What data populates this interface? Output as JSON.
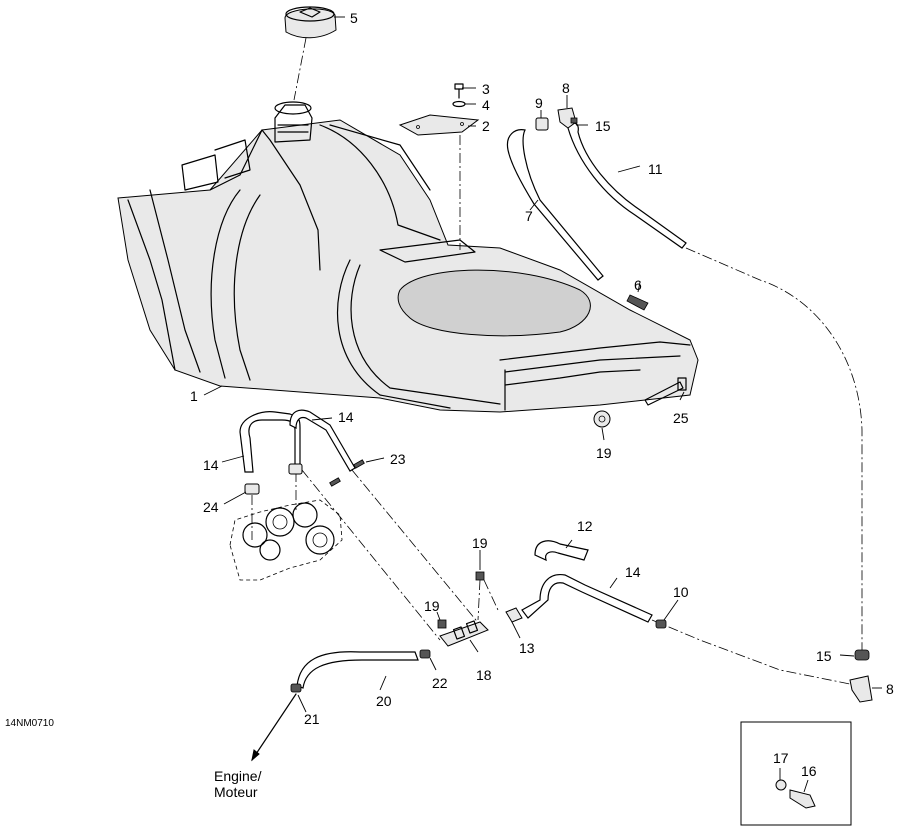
{
  "diagram_code": "14NM0710",
  "note": {
    "line1": "Engine/",
    "line2": "Moteur"
  },
  "callouts": {
    "c1": "1",
    "c2": "2",
    "c3": "3",
    "c4": "4",
    "c5": "5",
    "c6": "6",
    "c7": "7",
    "c8a": "8",
    "c8b": "8",
    "c9": "9",
    "c10": "10",
    "c11": "11",
    "c12": "12",
    "c13": "13",
    "c14a": "14",
    "c14b": "14",
    "c14c": "14",
    "c15a": "15",
    "c15b": "15",
    "c16": "16",
    "c17": "17",
    "c18": "18",
    "c19a": "19",
    "c19b": "19",
    "c19c": "19",
    "c20": "20",
    "c21": "21",
    "c22": "22",
    "c23": "23",
    "c24": "24",
    "c25": "25"
  }
}
